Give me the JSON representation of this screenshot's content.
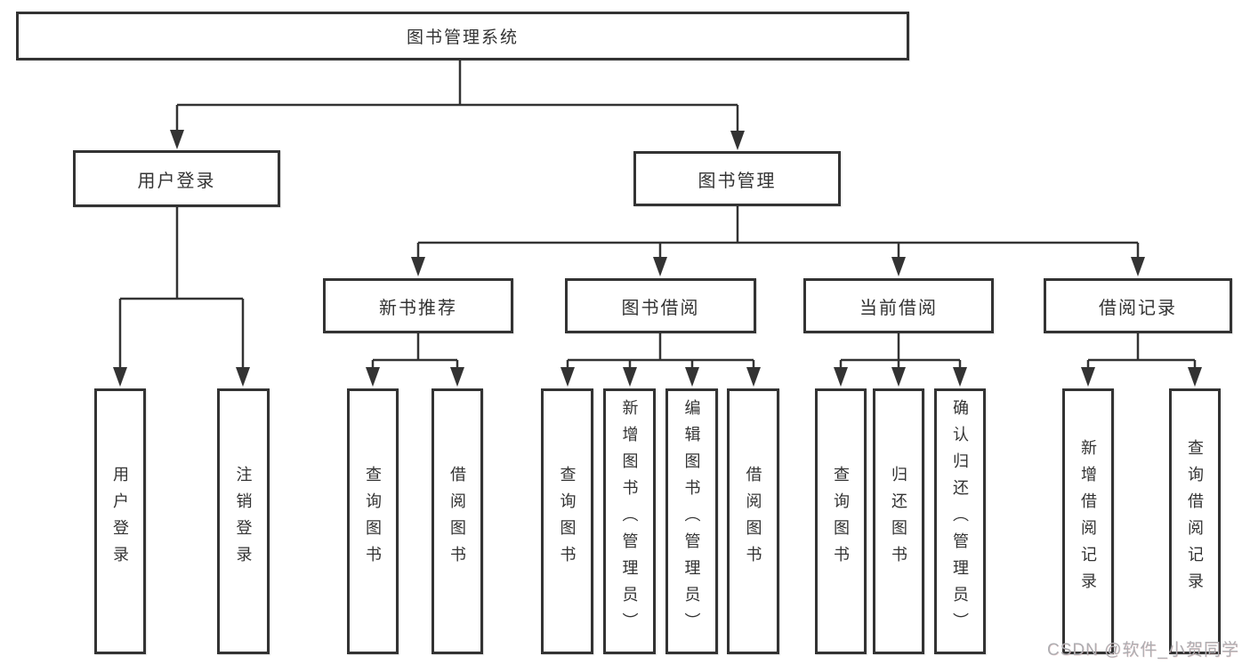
{
  "colors": {
    "line": "#333333",
    "box_fill": "#ffffff",
    "box_border": "#333333",
    "text": "#333333",
    "watermark_text": "#aeaeb2"
  },
  "title": {
    "label": "图书管理系统"
  },
  "level2": {
    "user_login": "用户登录",
    "book_management": "图书管理"
  },
  "level3": {
    "new_book": "新书推荐",
    "book_borrow": "图书借阅",
    "current_borrow": "当前借阅",
    "borrow_record": "借阅记录"
  },
  "leaves": {
    "user_login_children": [
      "用户登录",
      "注销登录"
    ],
    "new_book_children": [
      "查询图书",
      "借阅图书"
    ],
    "book_borrow_children": [
      "查询图书",
      "新增图书（管理员）",
      "编辑图书（管理员）",
      "借阅图书"
    ],
    "current_borrow_children": [
      "查询图书",
      "归还图书",
      "确认归还（管理员）"
    ],
    "borrow_record_children": [
      "新增借阅记录",
      "查询借阅记录"
    ]
  },
  "watermark": {
    "label": "CSDN @软件_小贺同学"
  }
}
